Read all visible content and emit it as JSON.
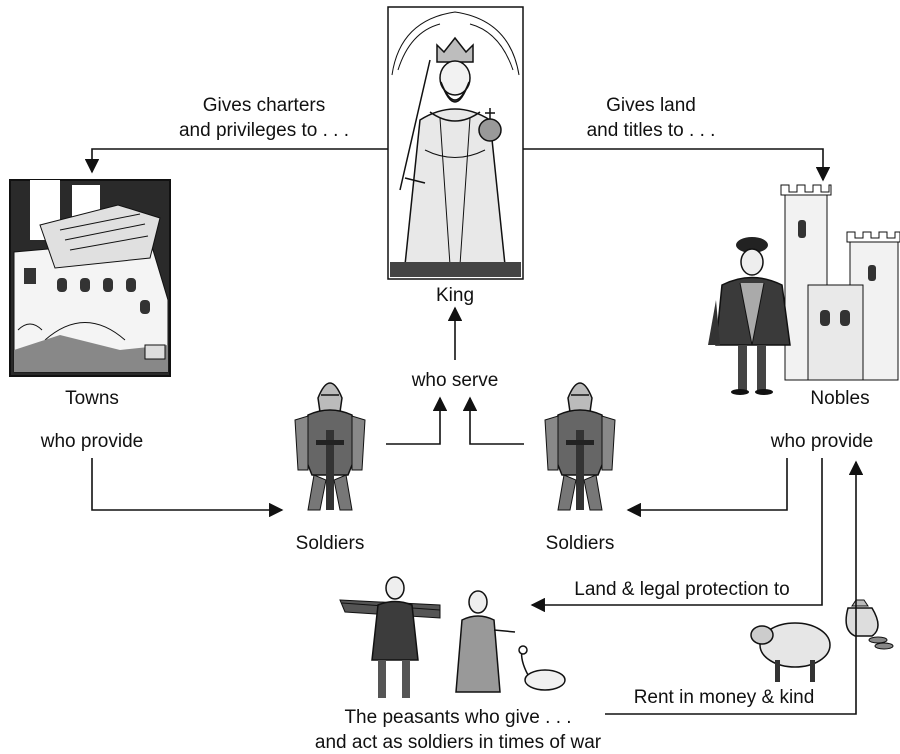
{
  "king": {
    "label": "King"
  },
  "towns": {
    "label": "Towns",
    "provide": "who provide"
  },
  "nobles": {
    "label": "Nobles",
    "provide": "who provide"
  },
  "soldiers": {
    "left_label": "Soldiers",
    "right_label": "Soldiers",
    "serve": "who serve"
  },
  "flows": {
    "king_to_towns": [
      "Gives charters",
      "and privileges to . . ."
    ],
    "king_to_nobles": [
      "Gives land",
      "and titles to . . ."
    ],
    "nobles_to_peasants": "Land & legal protection to",
    "peasants_to_nobles": "Rent in money & kind"
  },
  "peasants": {
    "caption": [
      "The peasants who give . . .",
      "and act as soldiers in times of war"
    ]
  }
}
